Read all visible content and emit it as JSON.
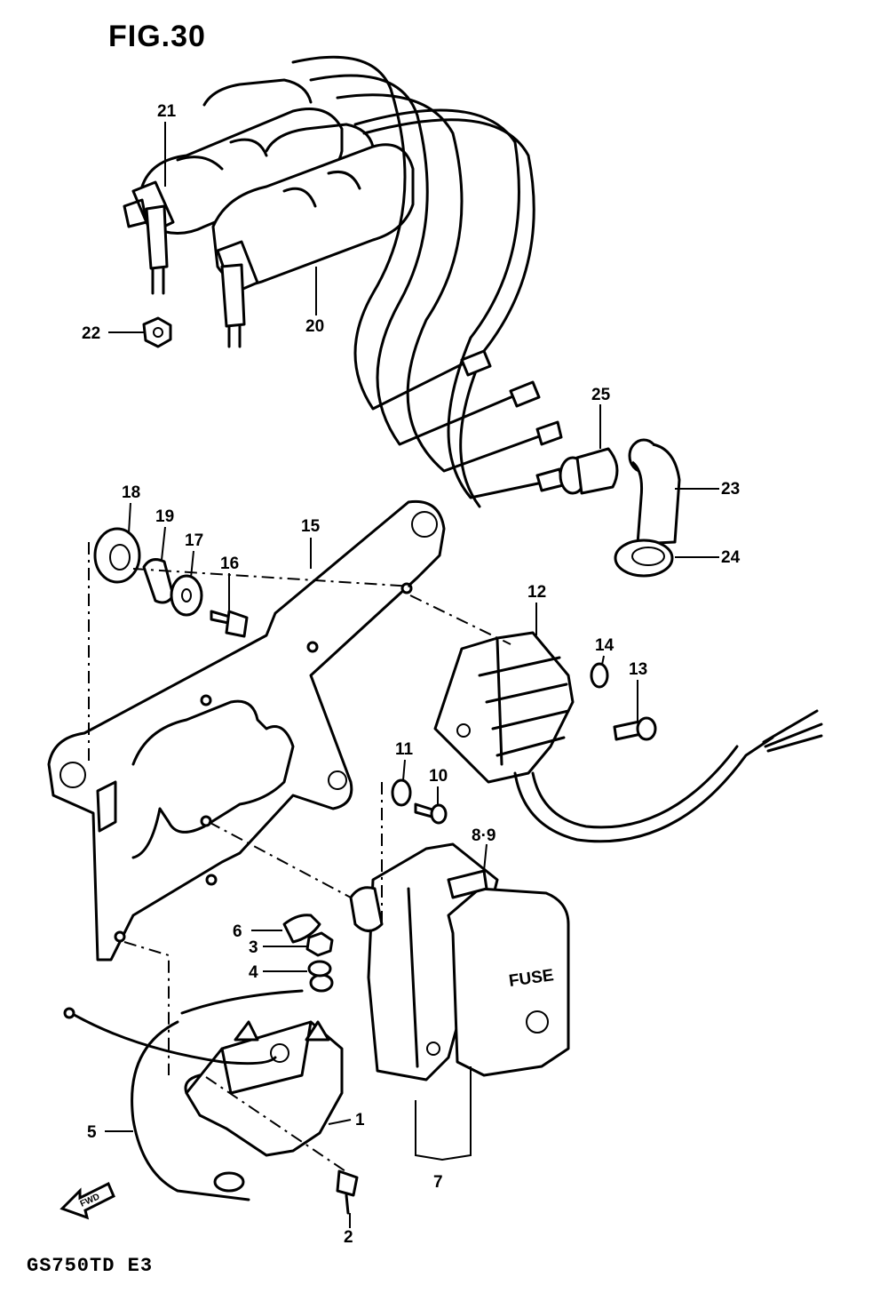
{
  "header": {
    "title": "FIG.30"
  },
  "footer": {
    "model_code": "GS750TD  E3"
  },
  "fwd_marker": {
    "label": "FWD",
    "icon": "forward-arrow-icon"
  },
  "fuse_box_label": "FUSE",
  "callouts": [
    {
      "id": "c21",
      "text": "21"
    },
    {
      "id": "c22",
      "text": "22"
    },
    {
      "id": "c20",
      "text": "20"
    },
    {
      "id": "c25",
      "text": "25"
    },
    {
      "id": "c23",
      "text": "23"
    },
    {
      "id": "c24",
      "text": "24"
    },
    {
      "id": "c18",
      "text": "18"
    },
    {
      "id": "c19",
      "text": "19"
    },
    {
      "id": "c17",
      "text": "17"
    },
    {
      "id": "c16",
      "text": "16"
    },
    {
      "id": "c15",
      "text": "15"
    },
    {
      "id": "c12",
      "text": "12"
    },
    {
      "id": "c14",
      "text": "14"
    },
    {
      "id": "c13",
      "text": "13"
    },
    {
      "id": "c11",
      "text": "11"
    },
    {
      "id": "c10",
      "text": "10"
    },
    {
      "id": "c89",
      "text": "8·9"
    },
    {
      "id": "c6",
      "text": "6"
    },
    {
      "id": "c3",
      "text": "3"
    },
    {
      "id": "c4",
      "text": "4"
    },
    {
      "id": "c5",
      "text": "5"
    },
    {
      "id": "c1",
      "text": "1"
    },
    {
      "id": "c7",
      "text": "7"
    },
    {
      "id": "c2",
      "text": "2"
    }
  ]
}
